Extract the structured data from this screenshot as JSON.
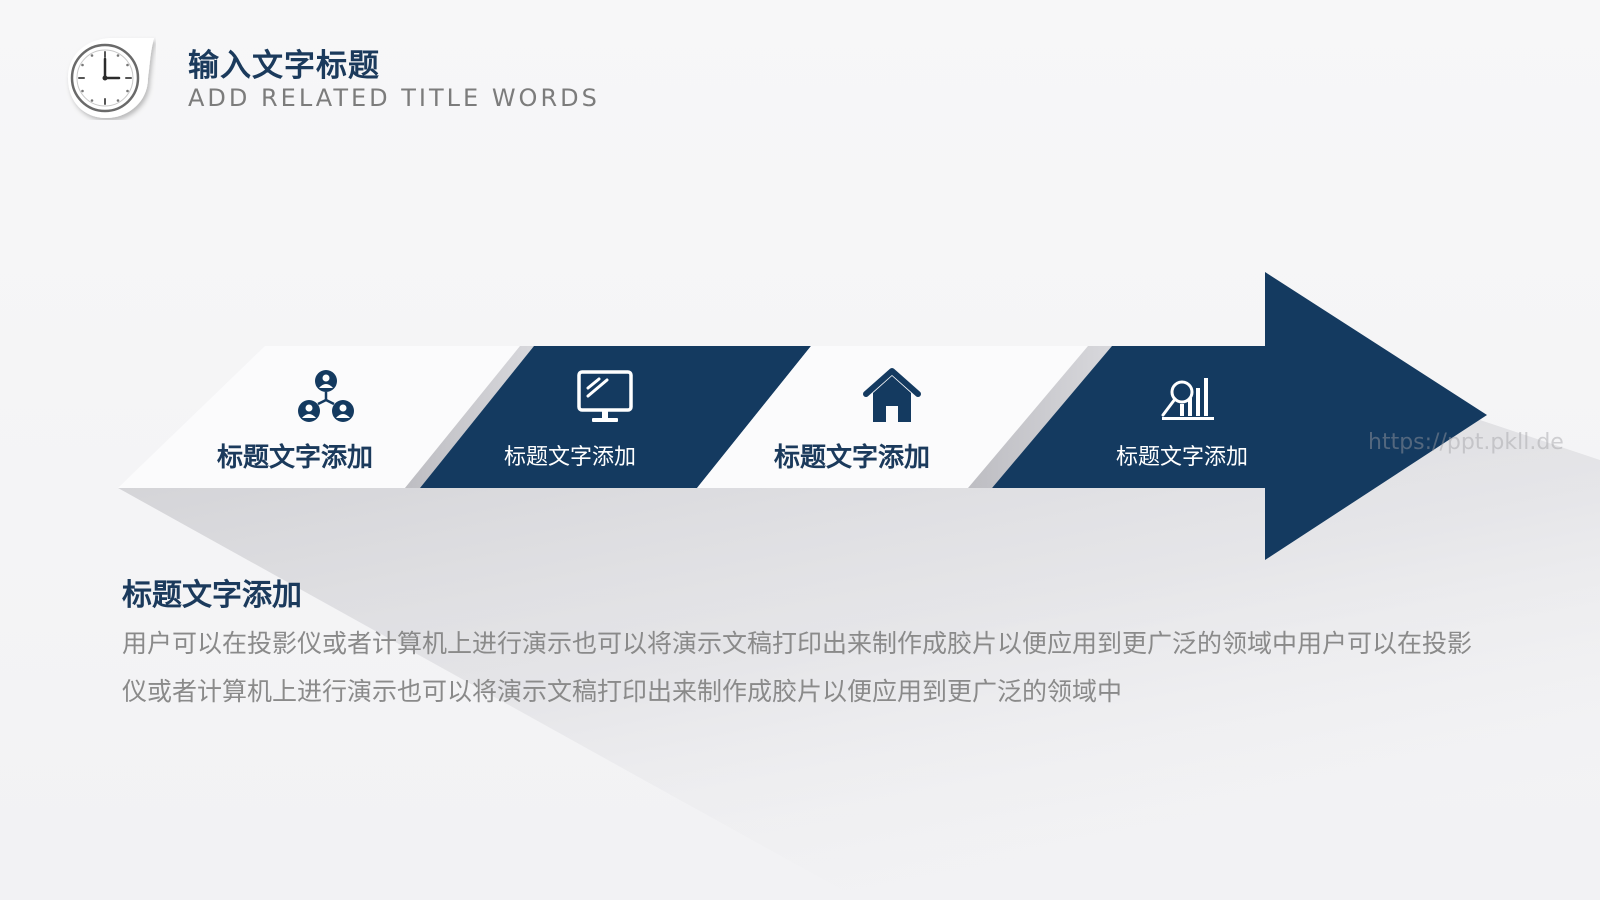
{
  "header": {
    "title": "输入文字标题",
    "subtitle": "ADD RELATED TITLE WORDS"
  },
  "steps": [
    {
      "label": "标题文字添加",
      "icon": "team-network-icon",
      "style": "light"
    },
    {
      "label": "标题文字添加",
      "icon": "monitor-icon",
      "style": "dark"
    },
    {
      "label": "标题文字添加",
      "icon": "house-icon",
      "style": "light"
    },
    {
      "label": "标题文字添加",
      "icon": "chart-search-icon",
      "style": "dark"
    }
  ],
  "watermark": "https://ppt.pkll.de",
  "body": {
    "title": "标题文字添加",
    "text": "用户可以在投影仪或者计算机上进行演示也可以将演示文稿打印出来制作成胶片以便应用到更广泛的领域中用户可以在投影仪或者计算机上进行演示也可以将演示文稿打印出来制作成胶片以便应用到更广泛的领域中"
  },
  "colors": {
    "navy": "#143a60",
    "title": "#1b3a5c",
    "light_panel": "#f8f8f9",
    "body_text": "#8a8a8a"
  }
}
